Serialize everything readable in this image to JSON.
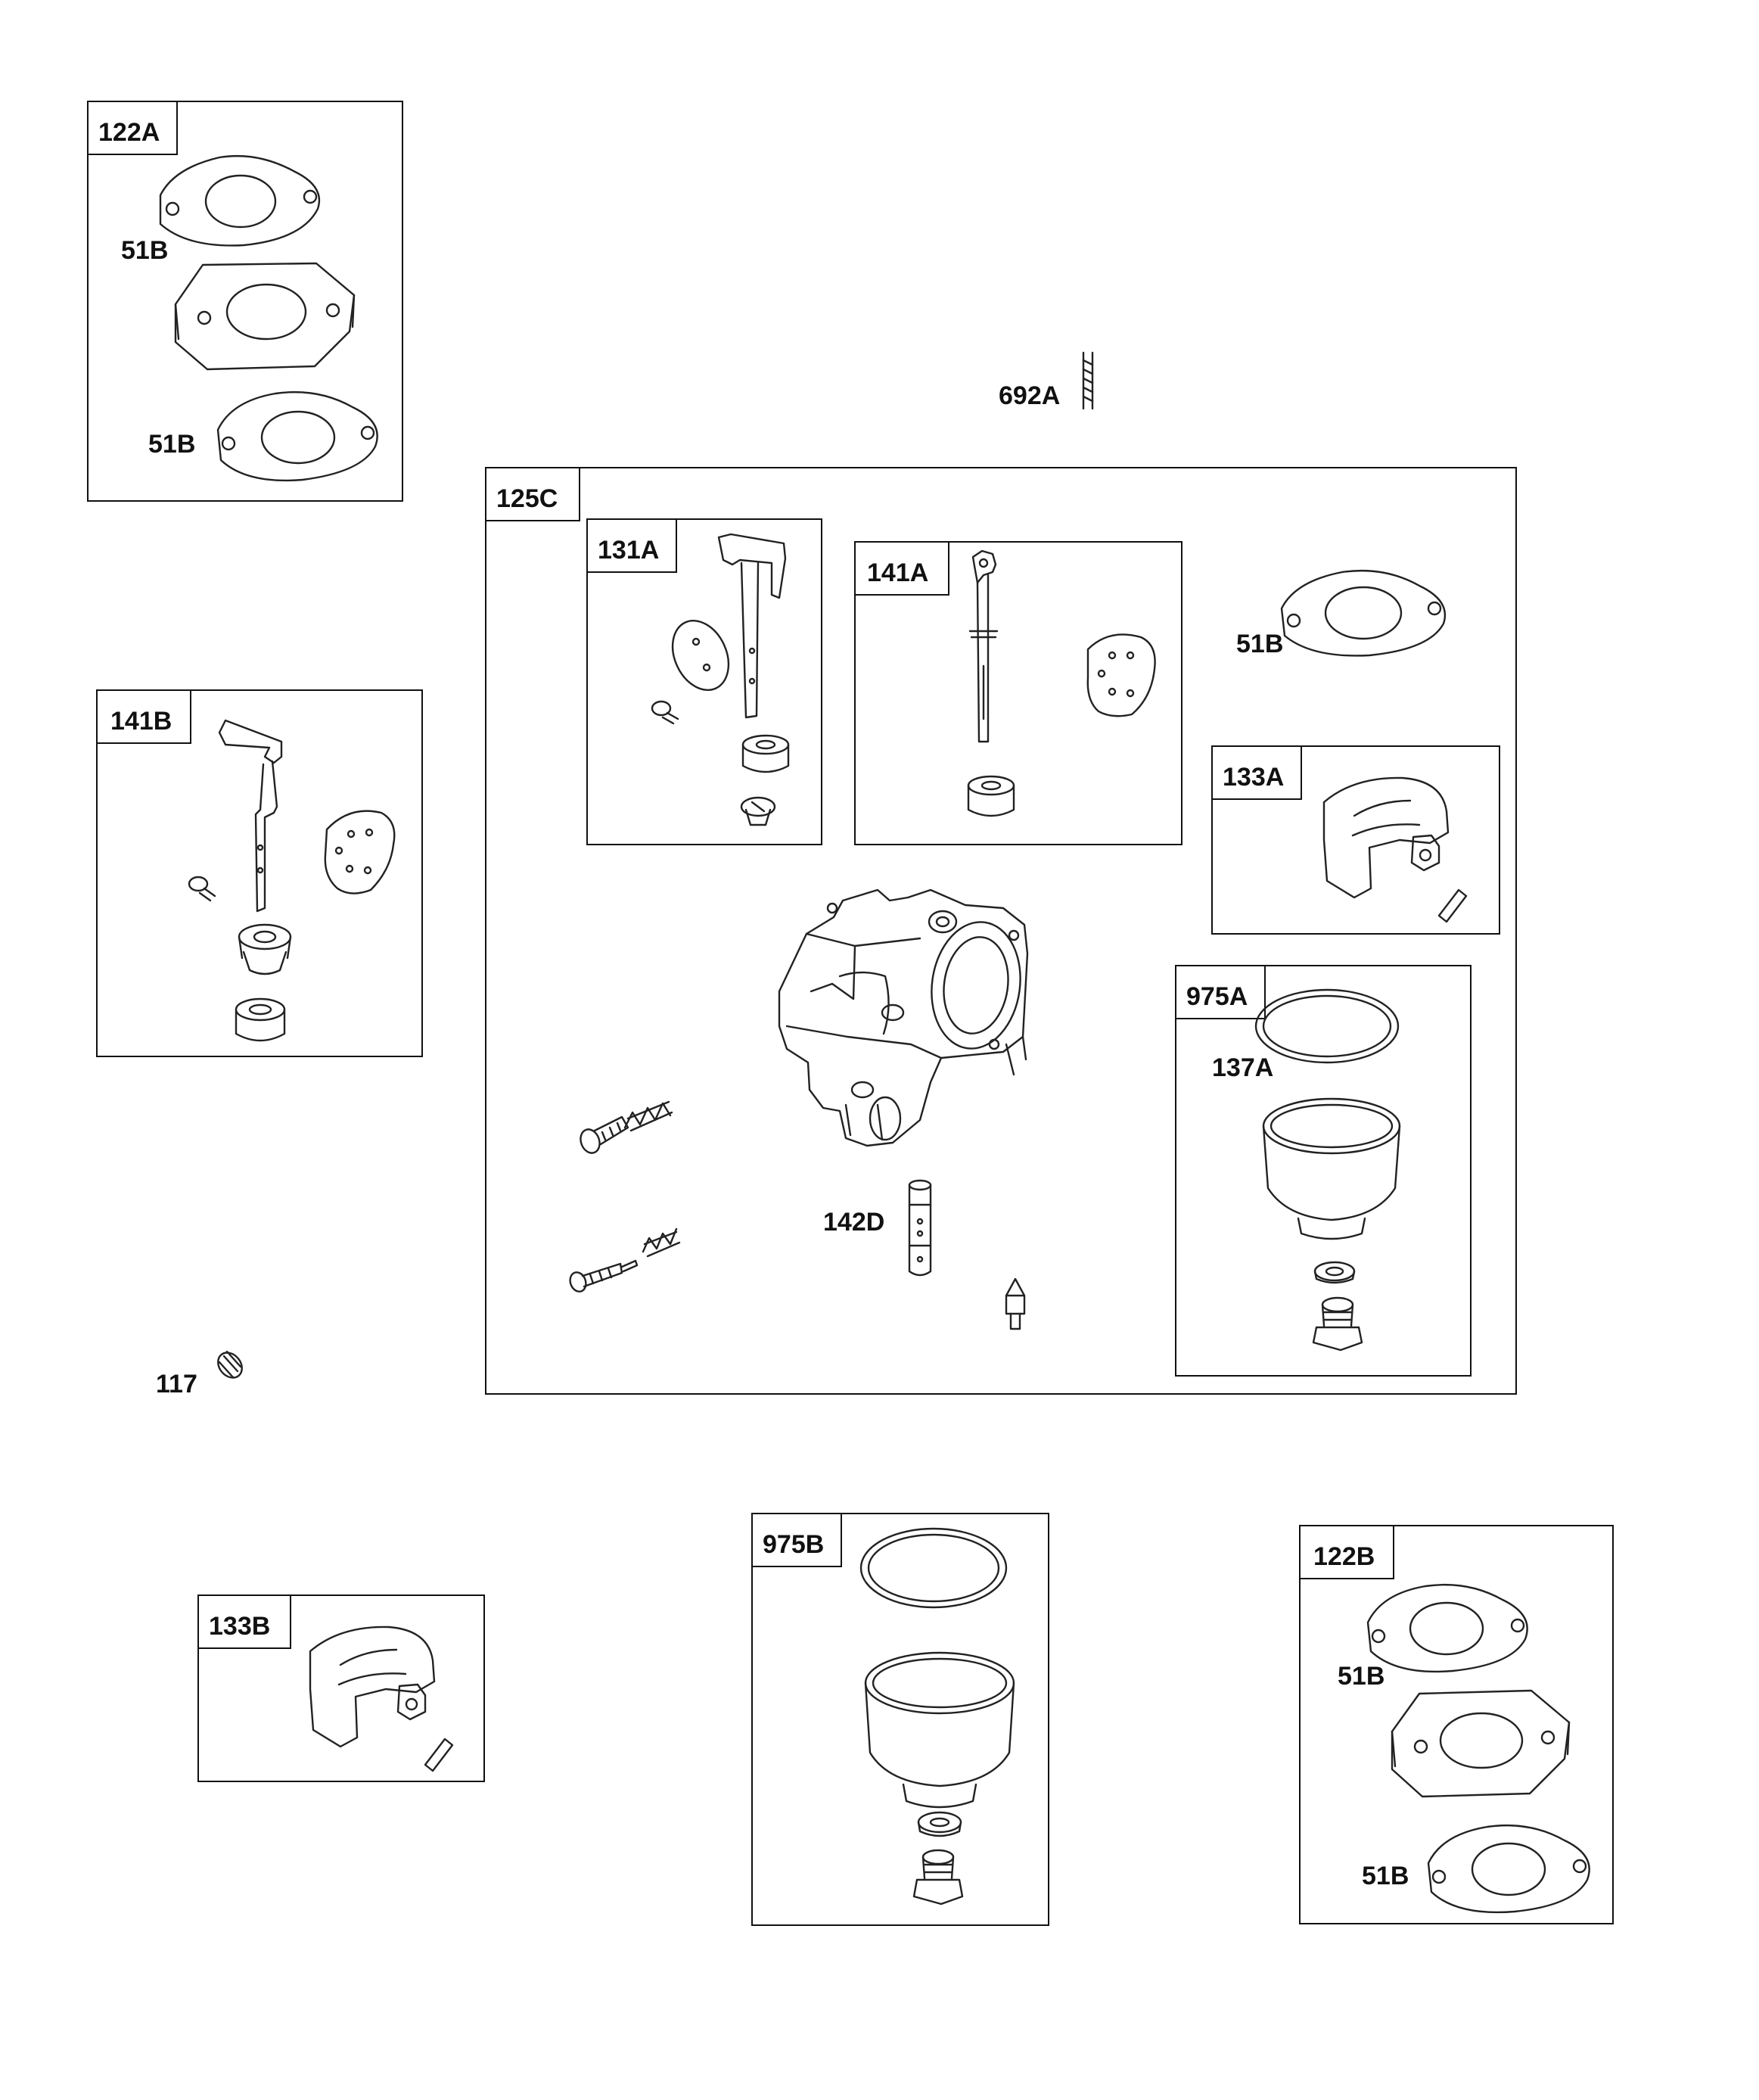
{
  "groups": {
    "g122a": "122A",
    "g141b": "141B",
    "g125c": "125C",
    "g131a": "131A",
    "g141a": "141A",
    "g133a": "133A",
    "g975a": "975A",
    "g133b": "133B",
    "g975b": "975B",
    "g122b": "122B"
  },
  "parts": {
    "p51b_1": "51B",
    "p51b_2": "51B",
    "p692a": "692A",
    "p51b_3": "51B",
    "p137a": "137A",
    "p142d": "142D",
    "p117": "117",
    "p51b_4": "51B",
    "p51b_5": "51B"
  },
  "colors": {
    "line": "#111111",
    "background": "#ffffff"
  }
}
